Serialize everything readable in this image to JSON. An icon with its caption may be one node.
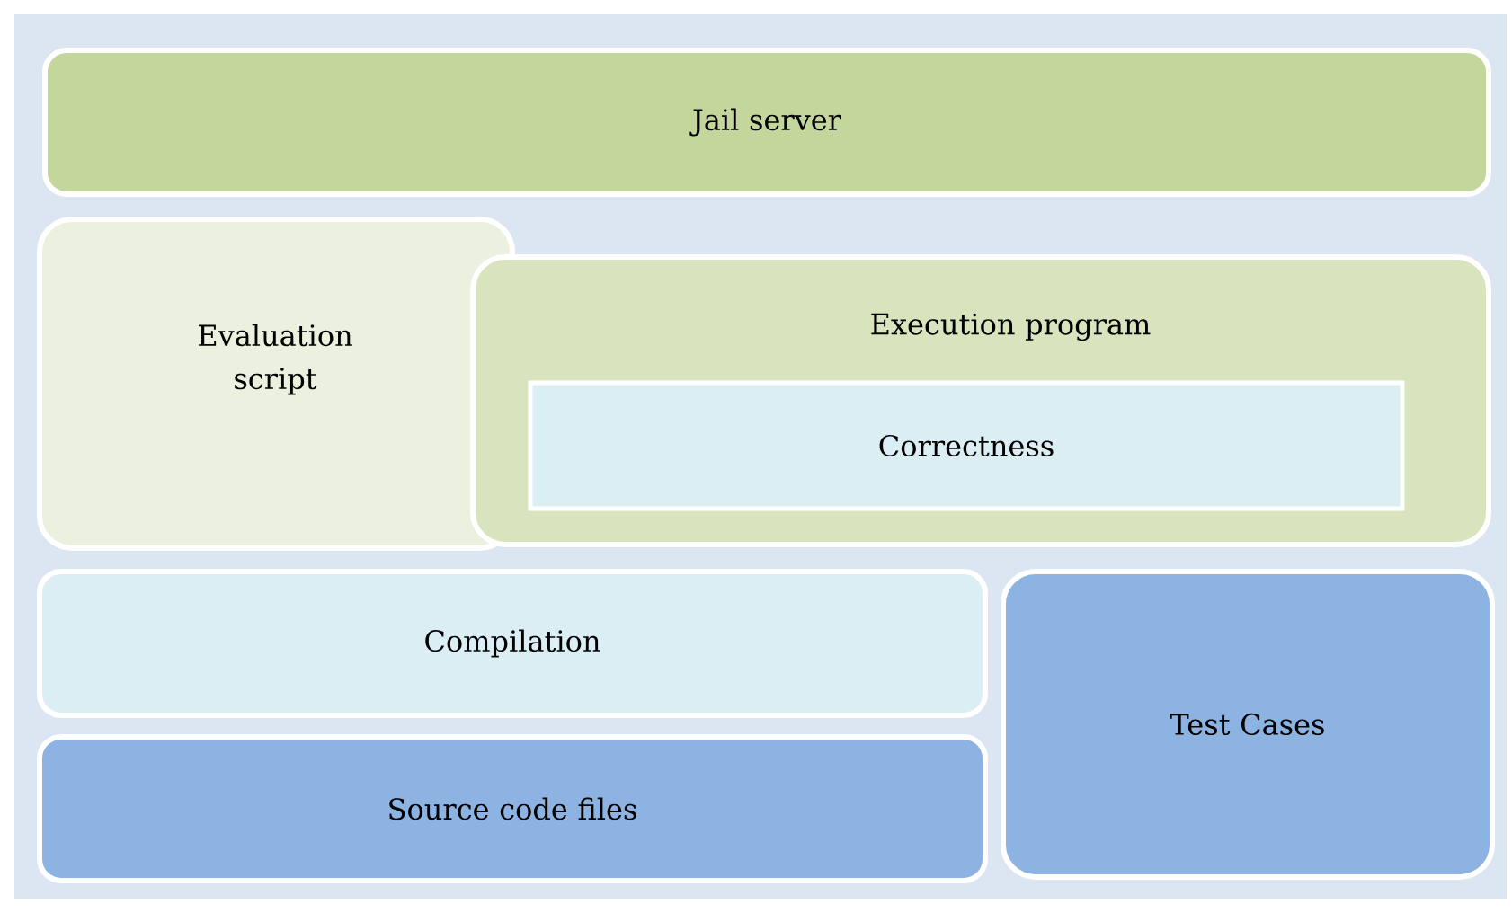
{
  "diagram": {
    "nodes": [
      {
        "text": [
          "Jail server"
        ]
      },
      {
        "text": [
          "Evaluation script"
        ]
      },
      {
        "text": [
          "Execution program"
        ]
      },
      {
        "text": [
          "Correctness"
        ],
        "in": 2
      },
      {
        "text": [
          "Compilation"
        ]
      },
      {
        "text": [
          "Source code files"
        ]
      },
      {
        "text": [
          "Test Cases"
        ]
      }
    ]
  }
}
